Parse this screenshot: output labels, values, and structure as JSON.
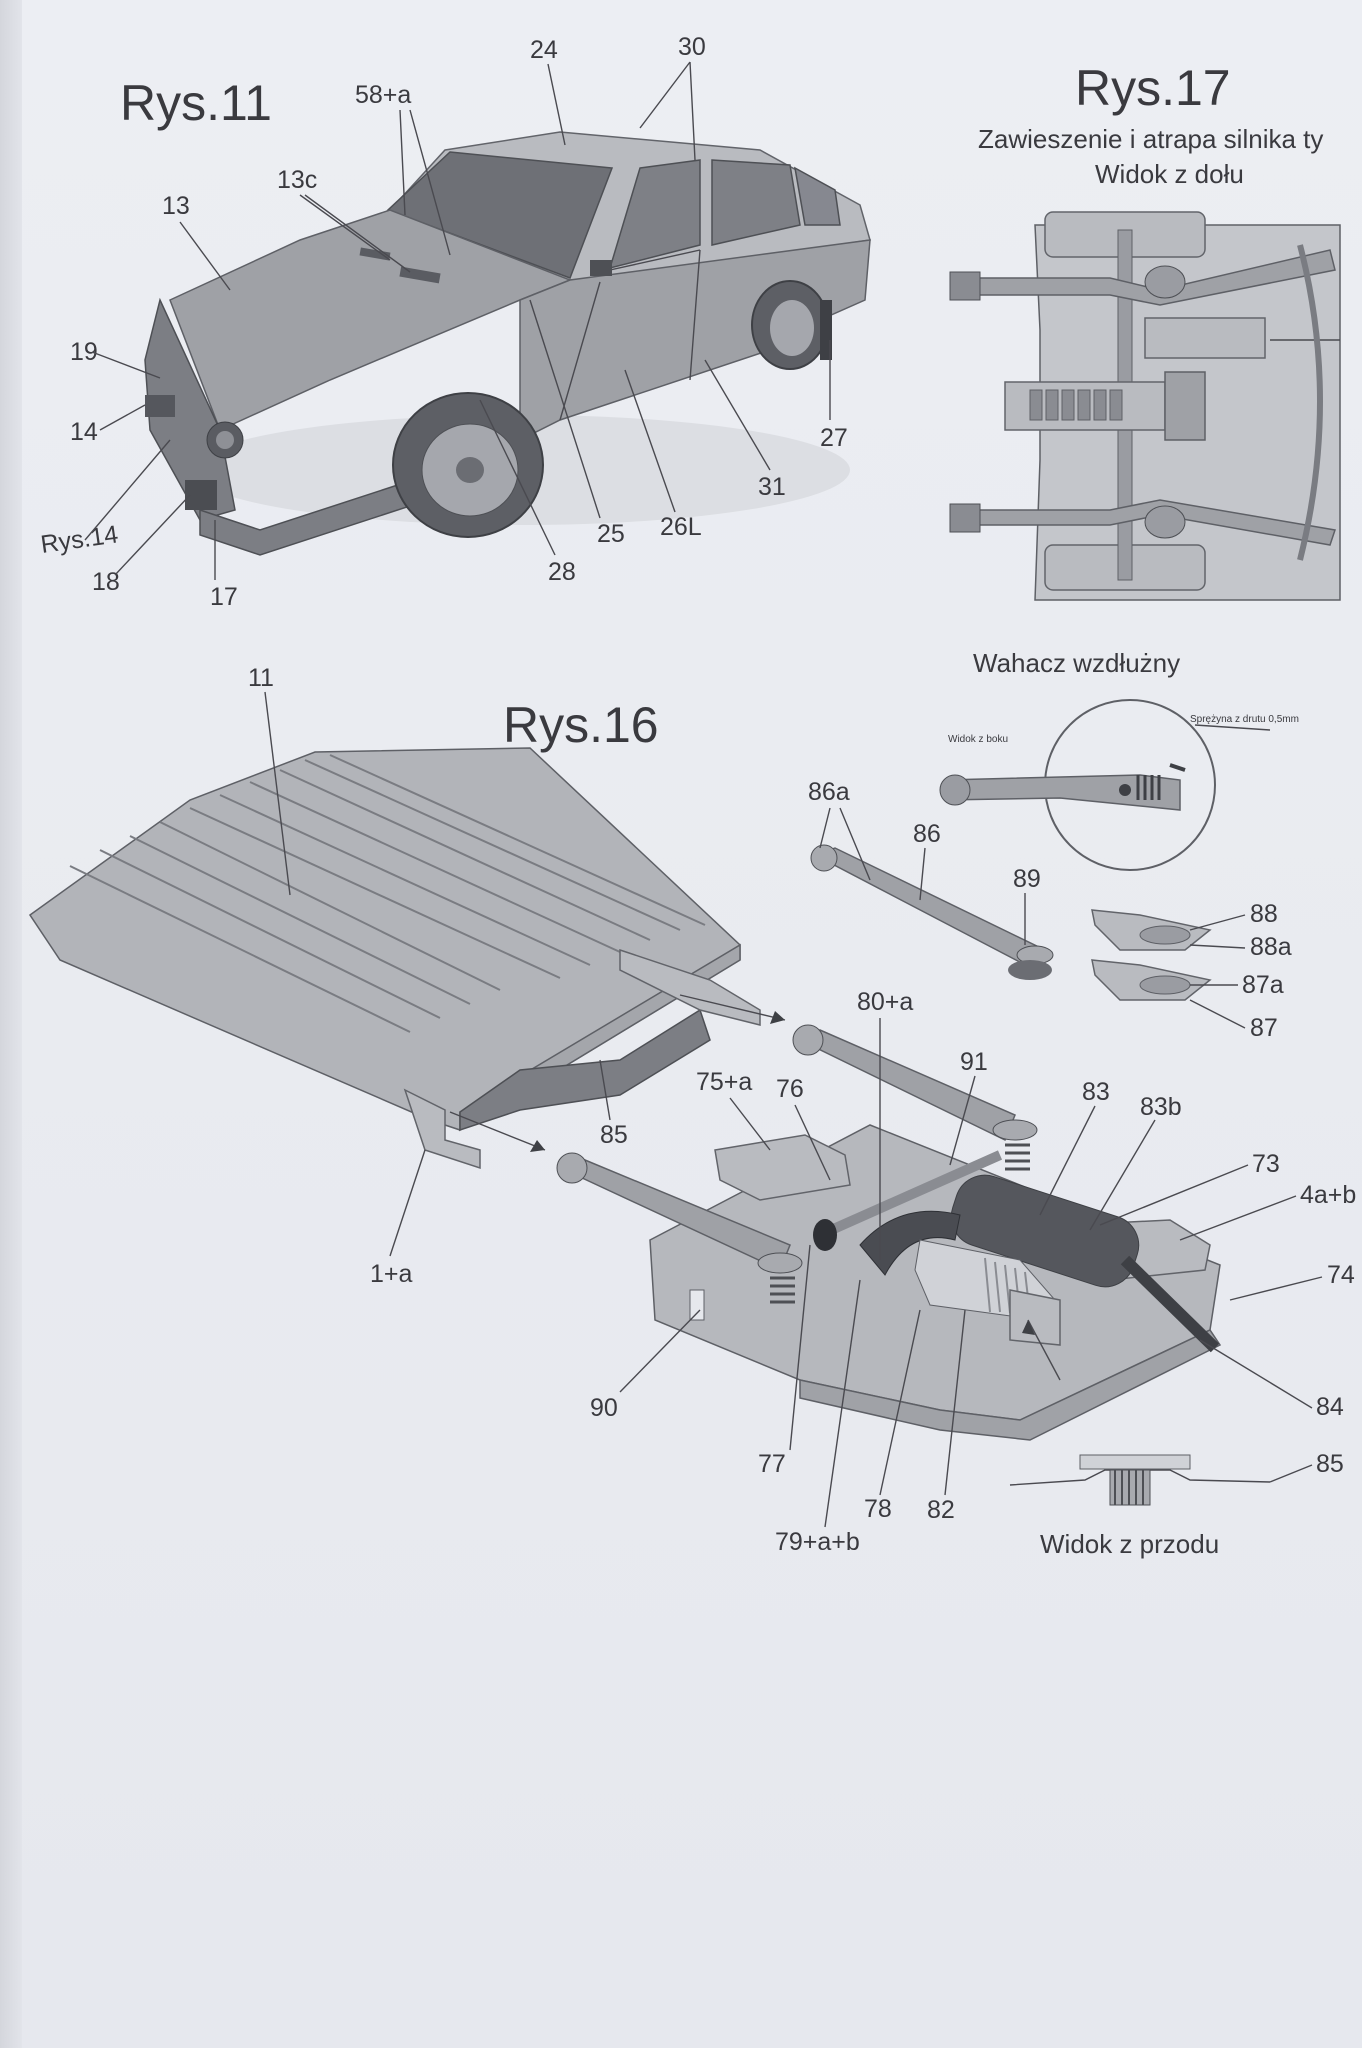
{
  "figures": {
    "rys11": {
      "title": "Rys.11",
      "labels": [
        "24",
        "30",
        "58+a",
        "13c",
        "13",
        "19",
        "14",
        "Rys.14",
        "18",
        "17",
        "28",
        "25",
        "26L",
        "31",
        "27"
      ]
    },
    "rys17": {
      "title": "Rys.17",
      "subtitle_line1": "Zawieszenie i atrapa silnika ty",
      "subtitle_line2": "Widok z dołu"
    },
    "wahacz": {
      "title": "Wahacz wzdłużny",
      "side_view": "Widok z boku",
      "spring_note": "Sprężyna z drutu 0,5mm"
    },
    "rys16": {
      "title": "Rys.16",
      "labels": [
        "11",
        "86a",
        "86",
        "89",
        "88",
        "88a",
        "87a",
        "87",
        "80+a",
        "91",
        "75+a",
        "76",
        "83",
        "83b",
        "73",
        "4a+b",
        "74",
        "84",
        "85",
        "85",
        "1+a",
        "90",
        "77",
        "78",
        "82",
        "79+a+b"
      ],
      "front_view": "Widok z przodu"
    }
  },
  "colors": {
    "paper": "#eceef3",
    "ink": "#3a3a3f",
    "part": "#9fa1a6"
  }
}
